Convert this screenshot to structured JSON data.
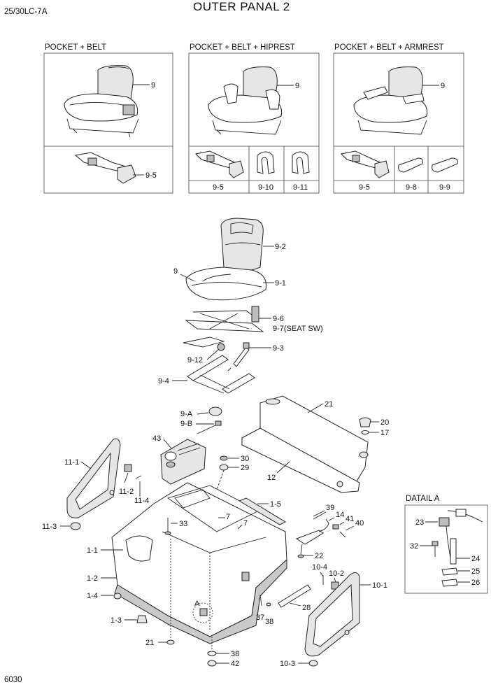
{
  "header": {
    "model": "25/30LC-7A",
    "title": "OUTER PANAL 2",
    "page_number": "6030"
  },
  "options": [
    {
      "heading": "POCKET + BELT",
      "seat_ref": "9",
      "parts": [
        "9-5"
      ]
    },
    {
      "heading": "POCKET + BELT + HIPREST",
      "seat_ref": "9",
      "parts": [
        "9-5",
        "9-10",
        "9-11"
      ]
    },
    {
      "heading": "POCKET + BELT + ARMREST",
      "seat_ref": "9",
      "parts": [
        "9-5",
        "9-8",
        "9-9"
      ]
    }
  ],
  "detail": {
    "heading": "DATAIL A",
    "marker": "A",
    "callouts": [
      "23",
      "32",
      "24",
      "25",
      "26"
    ]
  },
  "callouts": {
    "p9_2": "9-2",
    "p9": "9",
    "p9_1": "9-1",
    "p9_6": "9-6",
    "p9_7": "9-7(SEAT SW)",
    "p9_3": "9-3",
    "p9_12": "9-12",
    "p9_4": "9-4",
    "p9_A": "9-A",
    "p9_B": "9-B",
    "p43": "43",
    "p21_top": "21",
    "p20": "20",
    "p17": "17",
    "p30": "30",
    "p29": "29",
    "p12": "12",
    "p11_1": "11-1",
    "p11_2": "11-2",
    "p11_4": "11-4",
    "p11_3": "11-3",
    "p1_5": "1-5",
    "p39": "39",
    "p14": "14",
    "p41": "41",
    "p40": "40",
    "p33": "33",
    "p7a": "7",
    "p7b": "7",
    "p1_1": "1-1",
    "p22": "22",
    "p1_2": "1-2",
    "p10_4": "10-4",
    "p10_2": "10-2",
    "p10_1": "10-1",
    "p1_4": "1-4",
    "p28": "28",
    "p37": "37",
    "p38a": "38",
    "p1_3": "1-3",
    "p21_bot": "21",
    "p38b": "38",
    "p42": "42",
    "p10_3": "10-3"
  }
}
